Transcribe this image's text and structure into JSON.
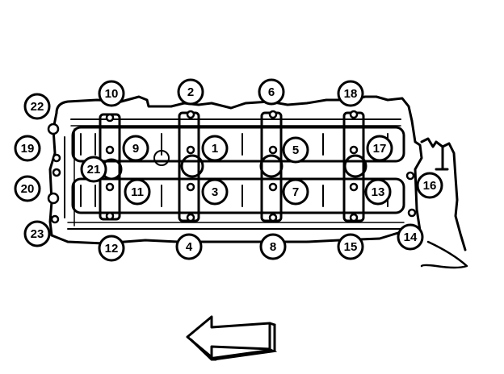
{
  "diagram": {
    "callouts": [
      "1",
      "2",
      "3",
      "4",
      "5",
      "6",
      "7",
      "8",
      "9",
      "10",
      "11",
      "12",
      "13",
      "14",
      "15",
      "16",
      "17",
      "18",
      "19",
      "20",
      "21",
      "22",
      "23"
    ],
    "arrow_direction": "left",
    "ink_color": "#000000",
    "background_color": "#ffffff"
  }
}
